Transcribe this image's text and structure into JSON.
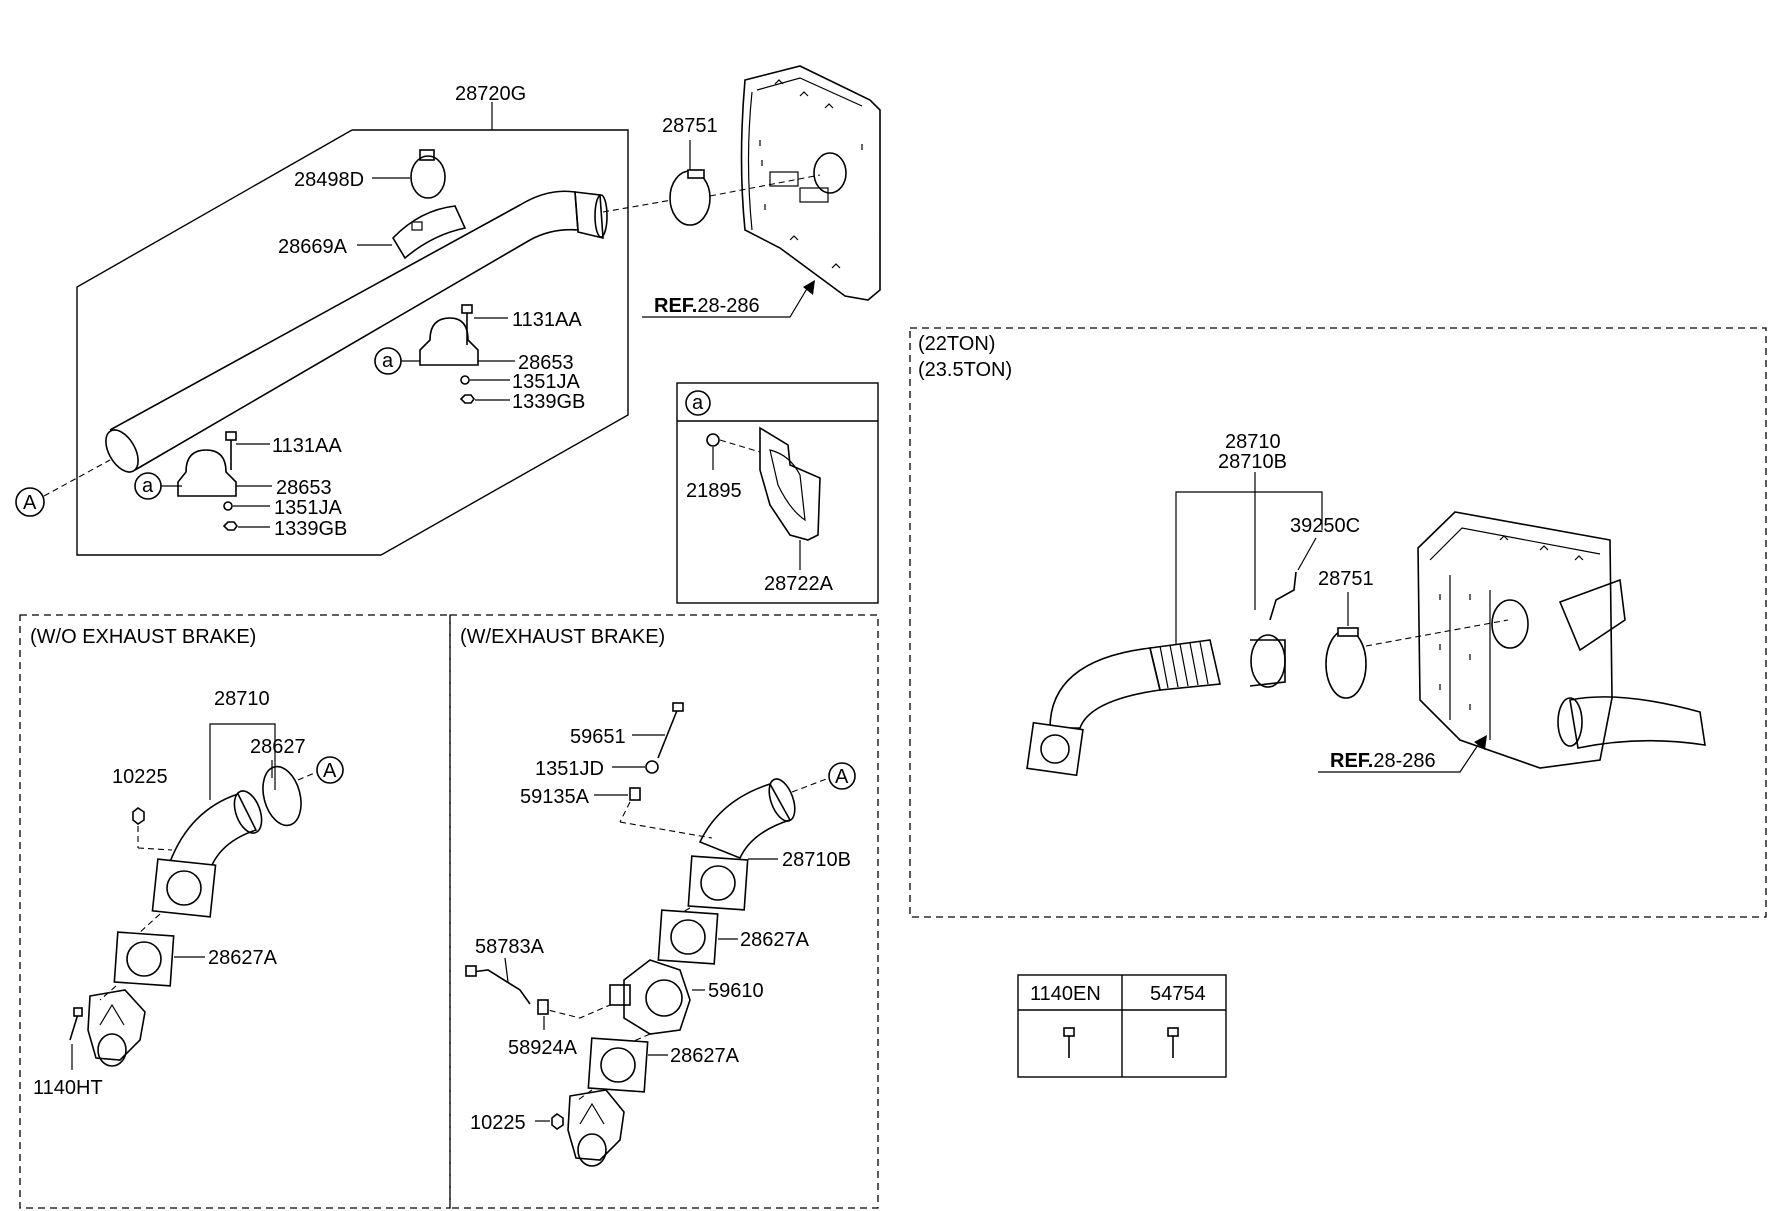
{
  "diagram": {
    "main_assembly": {
      "label_28720G": "28720G",
      "label_28498D": "28498D",
      "label_28669A": "28669A",
      "label_28751_top": "28751",
      "ref_top_prefix": "REF.",
      "ref_top_number": "28-286",
      "label_1131AA_a": "1131AA",
      "label_28653_a": "28653",
      "label_1351JA_a": "1351JA",
      "label_1339GB_a": "1339GB",
      "label_1131AA_b": "1131AA",
      "label_28653_b": "28653",
      "label_1351JA_b": "1351JA",
      "label_1339GB_b": "1339GB",
      "callout_A": "A",
      "callout_a1": "a",
      "callout_a2": "a"
    },
    "detail_a": {
      "callout": "a",
      "label_21895": "21895",
      "label_28722A": "28722A"
    },
    "ton_box": {
      "title1": "(22TON)",
      "title2": "(23.5TON)",
      "label_28710": "28710",
      "label_28710B": "28710B",
      "label_39250C": "39250C",
      "label_28751": "28751",
      "ref_prefix": "REF.",
      "ref_number": "28-286"
    },
    "wo_exhaust_brake": {
      "title": "(W/O EXHAUST BRAKE)",
      "label_28710": "28710",
      "label_28627": "28627",
      "label_10225": "10225",
      "label_28627A": "28627A",
      "label_1140HT": "1140HT",
      "callout_A": "A"
    },
    "w_exhaust_brake": {
      "title": "(W/EXHAUST BRAKE)",
      "label_59651": "59651",
      "label_1351JD": "1351JD",
      "label_59135A": "59135A",
      "label_28710B": "28710B",
      "label_28627A_1": "28627A",
      "label_58783A": "58783A",
      "label_59610": "59610",
      "label_58924A": "58924A",
      "label_28627A_2": "28627A",
      "label_10225": "10225",
      "callout_A": "A"
    },
    "bolt_table": {
      "col1": "1140EN",
      "col2": "54754"
    }
  }
}
